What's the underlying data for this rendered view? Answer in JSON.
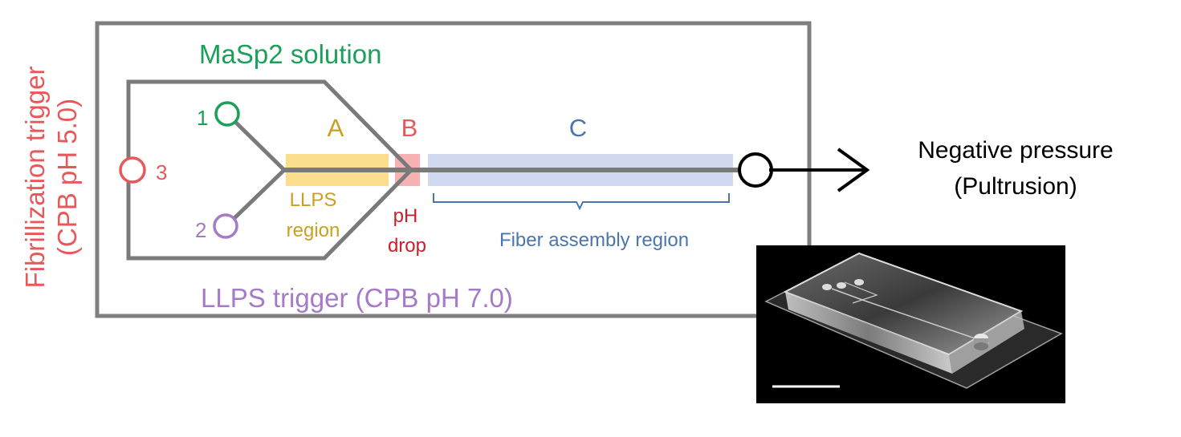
{
  "labels": {
    "inlet_1_solution": "MaSp2 solution",
    "inlet_2_trigger": "LLPS trigger (CPB pH 7.0)",
    "inlet_3_trigger_line1": "Fibrillization trigger",
    "inlet_3_trigger_line2": "(CPB pH 5.0)",
    "port_1": "1",
    "port_2": "2",
    "port_3": "3",
    "region_a_letter": "A",
    "region_b_letter": "B",
    "region_c_letter": "C",
    "region_a_line1": "LLPS",
    "region_a_line2": "region",
    "region_b_line1": "pH",
    "region_b_line2": "drop",
    "region_c_label": "Fiber assembly region",
    "outlet_line1": "Negative pressure",
    "outlet_line2": "(Pultrusion)"
  },
  "colors": {
    "frame": "#7f7f7f",
    "channel": "#7a7a7a",
    "green": "#1aa05a",
    "purple": "#a57bc9",
    "red": "#e8585a",
    "gold": "#c9a020",
    "blue": "#4a76b0",
    "region_a_fill": "#f9d87a",
    "region_b_fill": "#f4a5a5",
    "region_c_fill": "#c9d3ee",
    "black": "#000000"
  },
  "photo": {
    "description_icon": "microfluidic-chip-photo"
  }
}
